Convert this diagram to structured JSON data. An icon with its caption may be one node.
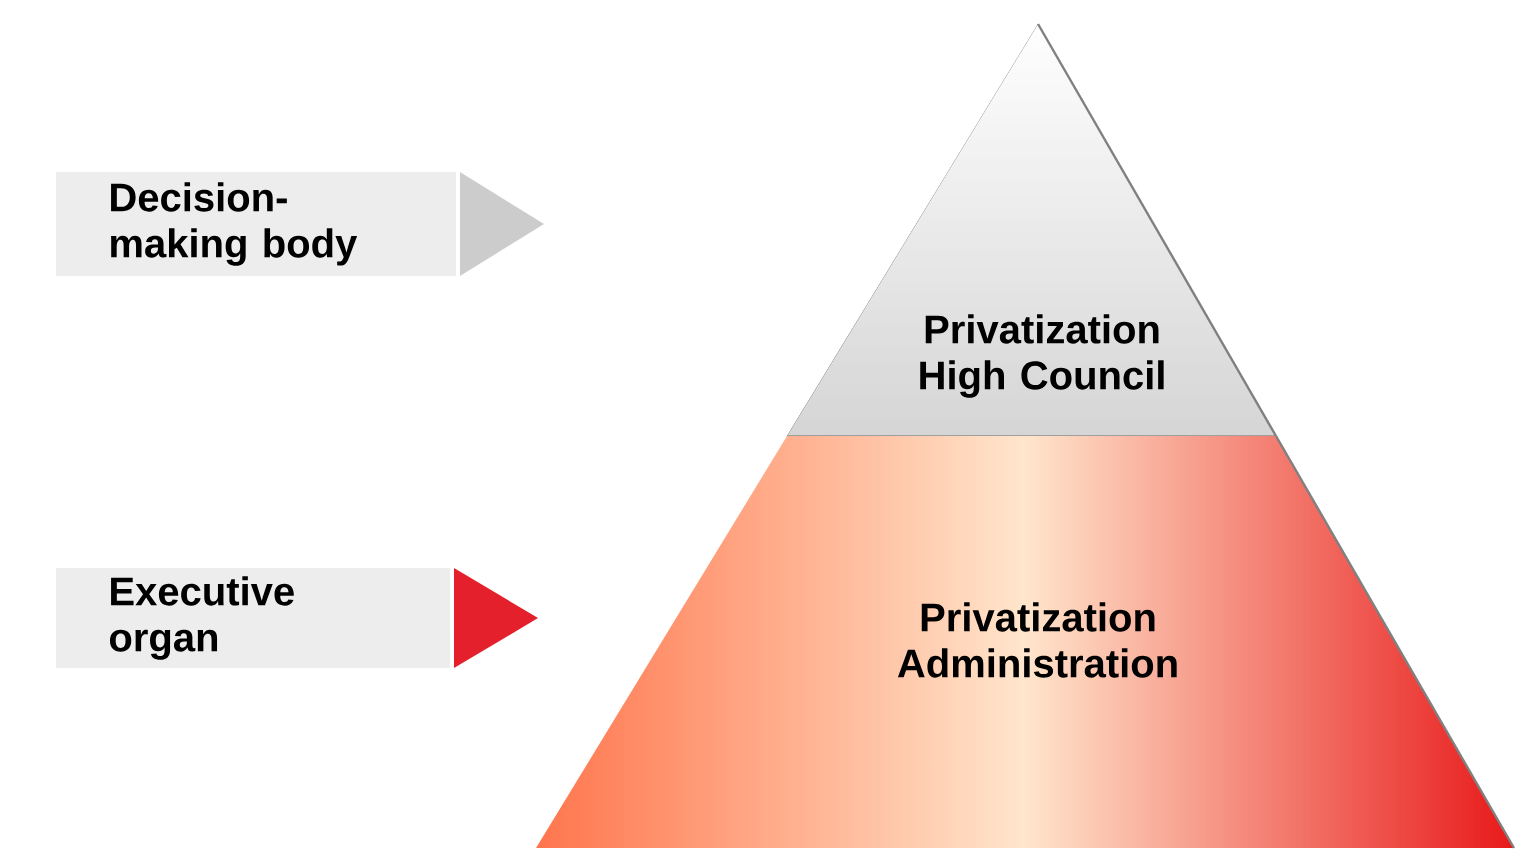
{
  "diagram": {
    "nodes": [
      {
        "text": [
          "Decision-making body"
        ]
      },
      {
        "text": [
          "Executive organ"
        ]
      },
      {
        "text": [
          "Privatization High Council"
        ]
      },
      {
        "text": [
          "Privatization Administration"
        ]
      }
    ]
  }
}
